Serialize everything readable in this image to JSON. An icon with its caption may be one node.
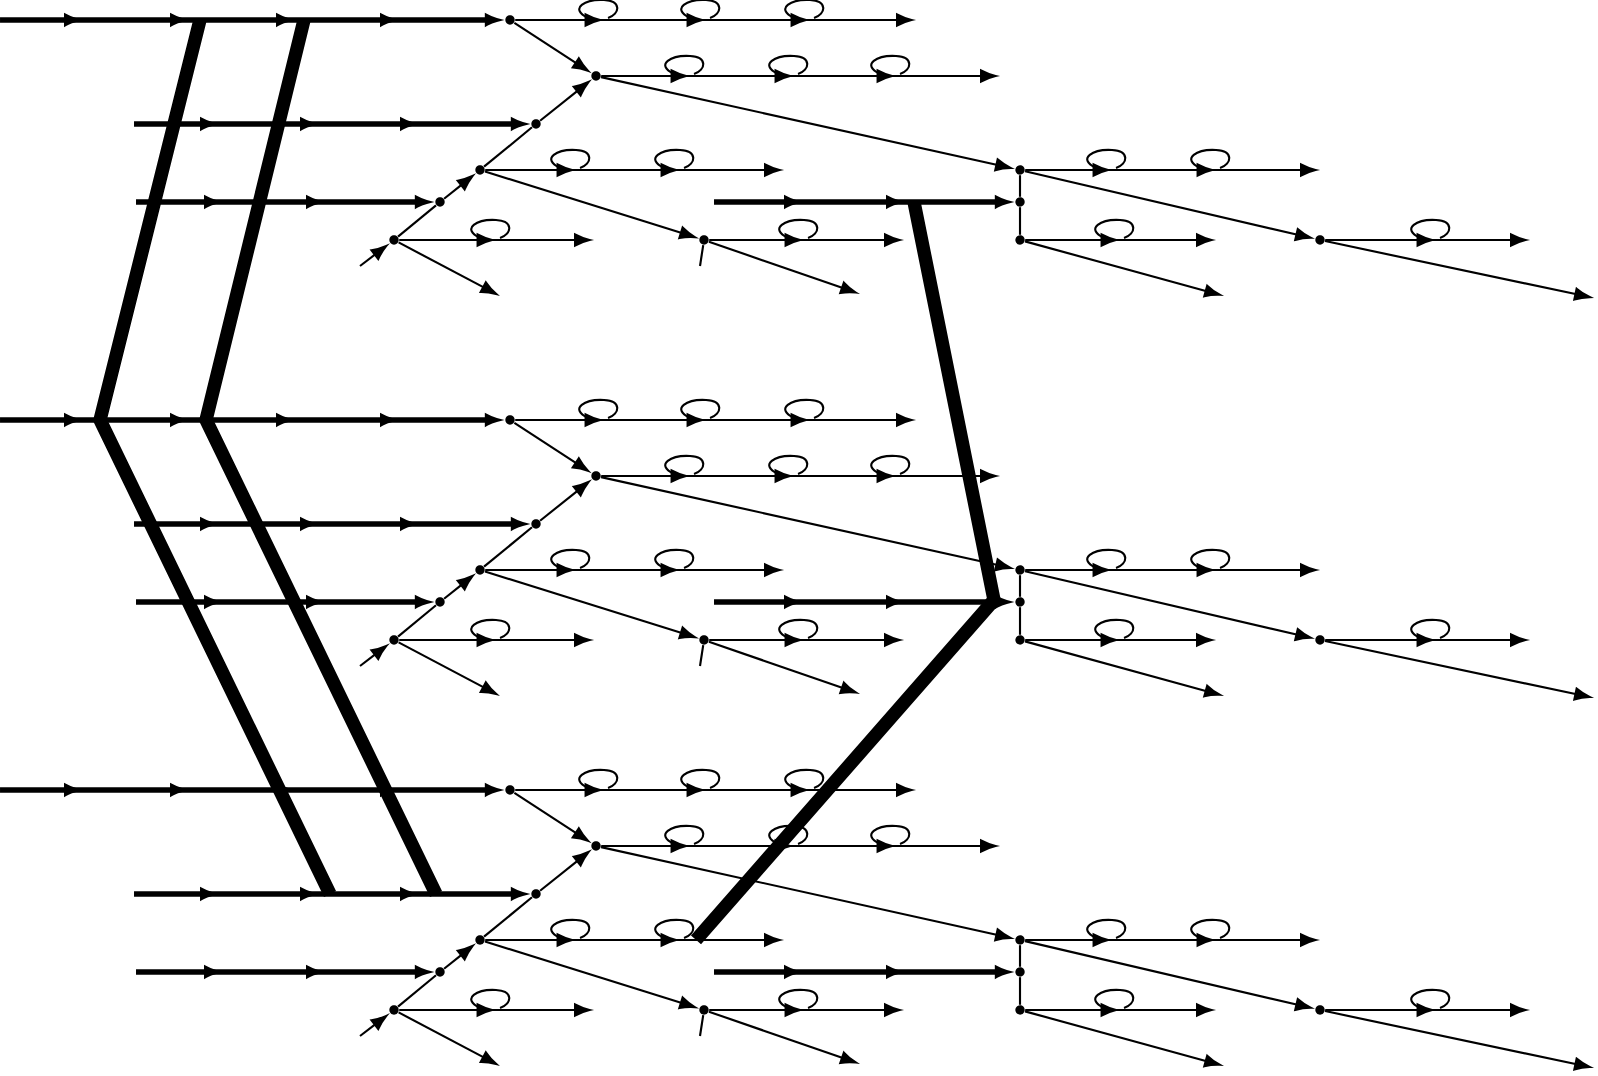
{
  "diagram": {
    "nodes": [
      {
        "text": [],
        "shape": "dot"
      },
      {
        "text": [],
        "shape": "dot"
      },
      {
        "text": [],
        "shape": "dot"
      },
      {
        "text": [],
        "shape": "dot"
      },
      {
        "text": [],
        "shape": "dot"
      },
      {
        "text": [],
        "shape": "dot"
      },
      {
        "text": [],
        "shape": "dot"
      },
      {
        "text": [],
        "shape": "dot"
      },
      {
        "text": [],
        "shape": "dot"
      },
      {
        "text": [],
        "shape": "dot"
      },
      {
        "text": [],
        "shape": "dot"
      },
      {
        "text": [],
        "shape": "dot"
      },
      {
        "text": [],
        "shape": "dot"
      },
      {
        "text": [],
        "shape": "dot"
      },
      {
        "text": [],
        "shape": "dot"
      },
      {
        "text": [],
        "shape": "dot"
      },
      {
        "text": [],
        "shape": "dot"
      },
      {
        "text": [],
        "shape": "dot"
      },
      {
        "text": [],
        "shape": "dot"
      },
      {
        "text": [],
        "shape": "dot"
      },
      {
        "text": [],
        "shape": "dot"
      },
      {
        "text": [],
        "shape": "dot"
      },
      {
        "text": [],
        "shape": "dot"
      },
      {
        "text": [],
        "shape": "dot"
      },
      {
        "text": [],
        "shape": "dot"
      },
      {
        "text": [],
        "shape": "dot"
      },
      {
        "text": [],
        "shape": "dot"
      },
      {
        "text": [],
        "shape": "dot"
      },
      {
        "text": [],
        "shape": "dot"
      },
      {
        "text": [],
        "shape": "dot"
      },
      {
        "text": [],
        "shape": "dot"
      },
      {
        "text": [],
        "shape": "dot"
      },
      {
        "text": [],
        "shape": "dot"
      }
    ],
    "edges": [
      {
        "from": null,
        "to": 0,
        "arrow": "to",
        "style": "thick"
      },
      {
        "from": 0,
        "to": null,
        "arrow": "to"
      },
      {
        "from": 0,
        "to": 1,
        "arrow": "to"
      },
      {
        "from": 1,
        "to": null,
        "arrow": "to"
      },
      {
        "from": 1,
        "to": 7,
        "arrow": "to"
      },
      {
        "from": null,
        "to": 3,
        "arrow": "to"
      },
      {
        "from": 3,
        "to": 5,
        "arrow": "none"
      },
      {
        "from": 5,
        "to": 2,
        "arrow": "to"
      },
      {
        "from": 2,
        "to": 4,
        "arrow": "none"
      },
      {
        "from": 4,
        "to": 1,
        "arrow": "to"
      },
      {
        "from": null,
        "to": 4,
        "arrow": "to",
        "style": "thick"
      },
      {
        "from": null,
        "to": 5,
        "arrow": "to",
        "style": "thick"
      },
      {
        "from": 2,
        "to": null,
        "arrow": "to"
      },
      {
        "from": 2,
        "to": 6,
        "arrow": "to"
      },
      {
        "from": 3,
        "to": null,
        "arrow": "to"
      },
      {
        "from": 3,
        "to": null,
        "arrow": "to"
      },
      {
        "from": null,
        "to": 6,
        "arrow": "none"
      },
      {
        "from": 6,
        "to": null,
        "arrow": "to"
      },
      {
        "from": 6,
        "to": null,
        "arrow": "to"
      },
      {
        "from": null,
        "to": 8,
        "arrow": "to",
        "style": "thick"
      },
      {
        "from": 7,
        "to": null,
        "arrow": "to"
      },
      {
        "from": 7,
        "to": 8,
        "arrow": "none"
      },
      {
        "from": 8,
        "to": 9,
        "arrow": "none"
      },
      {
        "from": 7,
        "to": 10,
        "arrow": "to"
      },
      {
        "from": 9,
        "to": null,
        "arrow": "to"
      },
      {
        "from": 9,
        "to": null,
        "arrow": "to"
      },
      {
        "from": 10,
        "to": null,
        "arrow": "to"
      },
      {
        "from": 10,
        "to": null,
        "arrow": "to"
      },
      {
        "from": null,
        "to": 11,
        "arrow": "to",
        "style": "thick"
      },
      {
        "from": 11,
        "to": null,
        "arrow": "to"
      },
      {
        "from": 11,
        "to": 12,
        "arrow": "to"
      },
      {
        "from": 12,
        "to": null,
        "arrow": "to"
      },
      {
        "from": 12,
        "to": 18,
        "arrow": "to"
      },
      {
        "from": null,
        "to": 14,
        "arrow": "to"
      },
      {
        "from": 14,
        "to": 16,
        "arrow": "none"
      },
      {
        "from": 16,
        "to": 13,
        "arrow": "to"
      },
      {
        "from": 13,
        "to": 15,
        "arrow": "none"
      },
      {
        "from": 15,
        "to": 12,
        "arrow": "to"
      },
      {
        "from": null,
        "to": 15,
        "arrow": "to",
        "style": "thick"
      },
      {
        "from": null,
        "to": 16,
        "arrow": "to",
        "style": "thick"
      },
      {
        "from": 13,
        "to": null,
        "arrow": "to"
      },
      {
        "from": 13,
        "to": 17,
        "arrow": "to"
      },
      {
        "from": 14,
        "to": null,
        "arrow": "to"
      },
      {
        "from": 14,
        "to": null,
        "arrow": "to"
      },
      {
        "from": null,
        "to": 17,
        "arrow": "none"
      },
      {
        "from": 17,
        "to": null,
        "arrow": "to"
      },
      {
        "from": 17,
        "to": null,
        "arrow": "to"
      },
      {
        "from": null,
        "to": 19,
        "arrow": "to",
        "style": "thick"
      },
      {
        "from": 18,
        "to": null,
        "arrow": "to"
      },
      {
        "from": 18,
        "to": 19,
        "arrow": "none"
      },
      {
        "from": 19,
        "to": 20,
        "arrow": "none"
      },
      {
        "from": 18,
        "to": 21,
        "arrow": "to"
      },
      {
        "from": 20,
        "to": null,
        "arrow": "to"
      },
      {
        "from": 20,
        "to": null,
        "arrow": "to"
      },
      {
        "from": 21,
        "to": null,
        "arrow": "to"
      },
      {
        "from": 21,
        "to": null,
        "arrow": "to"
      },
      {
        "from": null,
        "to": 22,
        "arrow": "to",
        "style": "thick"
      },
      {
        "from": 22,
        "to": null,
        "arrow": "to"
      },
      {
        "from": 22,
        "to": 23,
        "arrow": "to"
      },
      {
        "from": 23,
        "to": null,
        "arrow": "to"
      },
      {
        "from": 23,
        "to": 29,
        "arrow": "to"
      },
      {
        "from": null,
        "to": 25,
        "arrow": "to"
      },
      {
        "from": 25,
        "to": 27,
        "arrow": "none"
      },
      {
        "from": 27,
        "to": 24,
        "arrow": "to"
      },
      {
        "from": 24,
        "to": 26,
        "arrow": "none"
      },
      {
        "from": 26,
        "to": 23,
        "arrow": "to"
      },
      {
        "from": null,
        "to": 26,
        "arrow": "to",
        "style": "thick"
      },
      {
        "from": null,
        "to": 27,
        "arrow": "to",
        "style": "thick"
      },
      {
        "from": 24,
        "to": null,
        "arrow": "to"
      },
      {
        "from": 24,
        "to": 28,
        "arrow": "to"
      },
      {
        "from": 25,
        "to": null,
        "arrow": "to"
      },
      {
        "from": 25,
        "to": null,
        "arrow": "to"
      },
      {
        "from": null,
        "to": 28,
        "arrow": "none"
      },
      {
        "from": 28,
        "to": null,
        "arrow": "to"
      },
      {
        "from": 28,
        "to": null,
        "arrow": "to"
      },
      {
        "from": null,
        "to": 30,
        "arrow": "to",
        "style": "thick"
      },
      {
        "from": 29,
        "to": null,
        "arrow": "to"
      },
      {
        "from": 29,
        "to": 30,
        "arrow": "none"
      },
      {
        "from": 30,
        "to": 31,
        "arrow": "none"
      },
      {
        "from": 29,
        "to": 32,
        "arrow": "to"
      },
      {
        "from": 31,
        "to": null,
        "arrow": "to"
      },
      {
        "from": 31,
        "to": null,
        "arrow": "to"
      },
      {
        "from": 32,
        "to": null,
        "arrow": "to"
      },
      {
        "from": 32,
        "to": null,
        "arrow": "to"
      }
    ]
  }
}
